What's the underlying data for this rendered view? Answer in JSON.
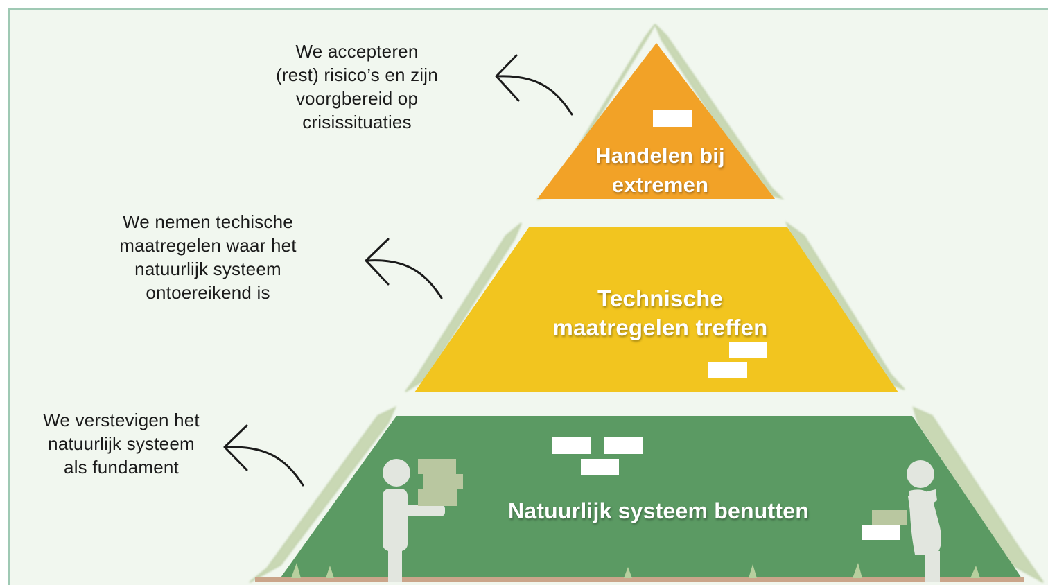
{
  "pyramid": {
    "top": {
      "label": "Handelen bij\nextremen",
      "note": "We accepteren\n(rest) risico’s en zijn\nvoorgbereid op\ncrisissituaties",
      "color": "#f2a227"
    },
    "middle": {
      "label": "Technische\nmaatregelen treffen",
      "note": "We nemen techische\nmaatregelen waar het\nnatuurlijk systeem\nontoereikend is",
      "color": "#f2c51f"
    },
    "bottom": {
      "label": "Natuurlijk systeem benutten",
      "note": "We verstevigen het\nnatuurlijk systeem\nals fundament",
      "color": "#5b9a63"
    }
  },
  "colors": {
    "background": "#f1f7ef",
    "grass": "#c9d8b4",
    "figure": "#e2e6df",
    "block": "#ffffff",
    "arrow": "#1b1b1b"
  },
  "icons": [
    "curved-arrow-icon",
    "person-figure-icon",
    "brick-icon"
  ]
}
